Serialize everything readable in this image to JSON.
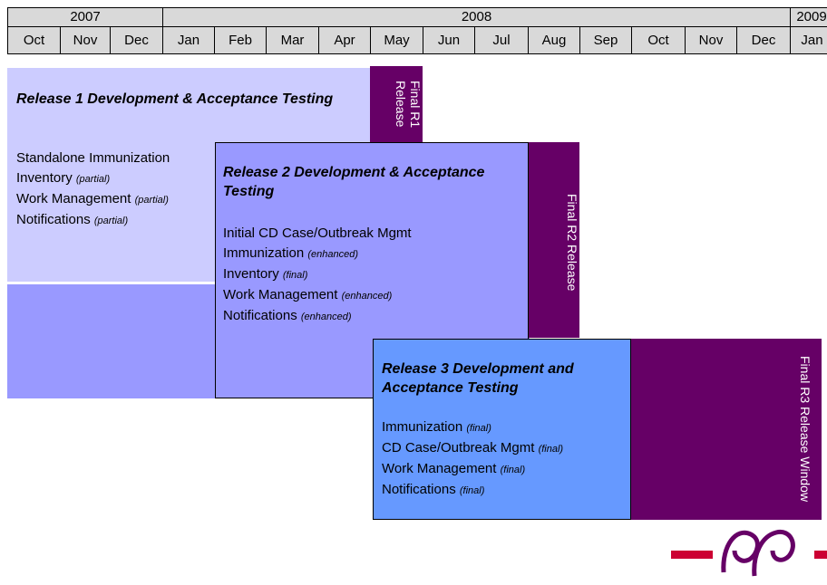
{
  "timeline": {
    "years": [
      "2007",
      "2008",
      "2009"
    ],
    "months": [
      "Oct",
      "Nov",
      "Dec",
      "Jan",
      "Feb",
      "Mar",
      "Apr",
      "May",
      "Jun",
      "Jul",
      "Aug",
      "Sep",
      "Oct",
      "Nov",
      "Dec",
      "Jan"
    ]
  },
  "release1": {
    "title": "Release 1 Development & Acceptance Testing",
    "items": [
      {
        "text": "Standalone Immunization",
        "qualifier": ""
      },
      {
        "text": "Inventory",
        "qualifier": "(partial)"
      },
      {
        "text": "Work Management",
        "qualifier": "(partial)"
      },
      {
        "text": "Notifications",
        "qualifier": "(partial)"
      }
    ],
    "final_label": "Final R1 Release"
  },
  "release2": {
    "title": "Release 2 Development & Acceptance Testing",
    "items": [
      {
        "text": "Initial CD Case/Outbreak Mgmt",
        "qualifier": ""
      },
      {
        "text": "Immunization",
        "qualifier": "(enhanced)"
      },
      {
        "text": "Inventory",
        "qualifier": "(final)"
      },
      {
        "text": "Work Management",
        "qualifier": "(enhanced)"
      },
      {
        "text": "Notifications",
        "qualifier": "(enhanced)"
      }
    ],
    "final_label": "Final R2 Release"
  },
  "release3": {
    "title": "Release 3 Development and Acceptance Testing",
    "items": [
      {
        "text": "Immunization",
        "qualifier": "(final)"
      },
      {
        "text": "CD Case/Outbreak Mgmt",
        "qualifier": "(final)"
      },
      {
        "text": "Work Management",
        "qualifier": "(final)"
      },
      {
        "text": "Notifications",
        "qualifier": "(final)"
      }
    ],
    "final_label": "Final R3 Release Window"
  },
  "colors": {
    "release1": "#ccccff",
    "release2": "#9999ff",
    "release3": "#6699ff",
    "final": "#660066",
    "header": "#d9d9d9",
    "logo": "#cc0033"
  },
  "icons": [
    "people-logo-icon"
  ]
}
